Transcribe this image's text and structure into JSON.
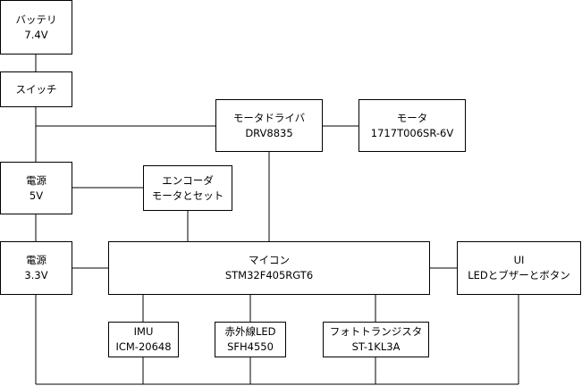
{
  "blocks": {
    "battery": {
      "line1": "バッテリ",
      "line2": "7.4V"
    },
    "switch": {
      "line1": "スイッチ"
    },
    "motor_driver": {
      "line1": "モータドライバ",
      "line2": "DRV8835"
    },
    "motor": {
      "line1": "モータ",
      "line2": "1717T006SR-6V"
    },
    "power_5v": {
      "line1": "電源",
      "line2": "5V"
    },
    "encoder": {
      "line1": "エンコーダ",
      "line2": "モータとセット"
    },
    "power_33v": {
      "line1": "電源",
      "line2": "3.3V"
    },
    "mcu": {
      "line1": "マイコン",
      "line2": "STM32F405RGT6"
    },
    "ui": {
      "line1": "UI",
      "line2": "LEDとブザーとボタン"
    },
    "imu": {
      "line1": "IMU",
      "line2": "ICM-20648"
    },
    "ir_led": {
      "line1": "赤外線LED",
      "line2": "SFH4550"
    },
    "phototransistor": {
      "line1": "フォトトランジスタ",
      "line2": "ST-1KL3A"
    }
  }
}
